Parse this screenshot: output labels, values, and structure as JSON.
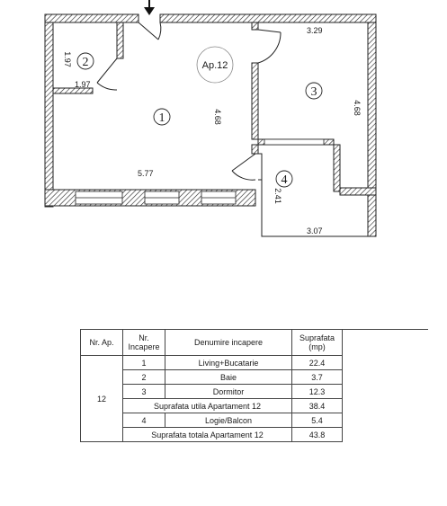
{
  "plan": {
    "apartment_label": "Ap.12",
    "rooms": [
      {
        "number": "1",
        "name": "Living+Bucatarie"
      },
      {
        "number": "2",
        "name": "Baie"
      },
      {
        "number": "3",
        "name": "Dormitor"
      },
      {
        "number": "4",
        "name": "Logie/Balcon"
      }
    ],
    "dimensions": {
      "bath_height": "1.97",
      "bath_width": "1.97",
      "living_height": "4.68",
      "living_width": "5.77",
      "bedroom_width": "3.29",
      "bedroom_height": "4.68",
      "balcony_height": "2.41",
      "balcony_width": "3.07"
    }
  },
  "table": {
    "headers": {
      "ap": "Nr. Ap.",
      "nr": "Nr. Incapere",
      "name": "Denumire incapere",
      "area": "Suprafata (mp)"
    },
    "apartment_number": "12",
    "rows": [
      {
        "nr": "1",
        "name": "Living+Bucatarie",
        "area": "22.4"
      },
      {
        "nr": "2",
        "name": "Baie",
        "area": "3.7"
      },
      {
        "nr": "3",
        "name": "Dormitor",
        "area": "12.3"
      }
    ],
    "useful_total": {
      "label": "Suprafata utila Apartament 12",
      "area": "38.4"
    },
    "balcony_row": {
      "nr": "4",
      "name": "Logie/Balcon",
      "area": "5.4"
    },
    "grand_total": {
      "label": "Suprafata totala Apartament 12",
      "area": "43.8"
    }
  }
}
